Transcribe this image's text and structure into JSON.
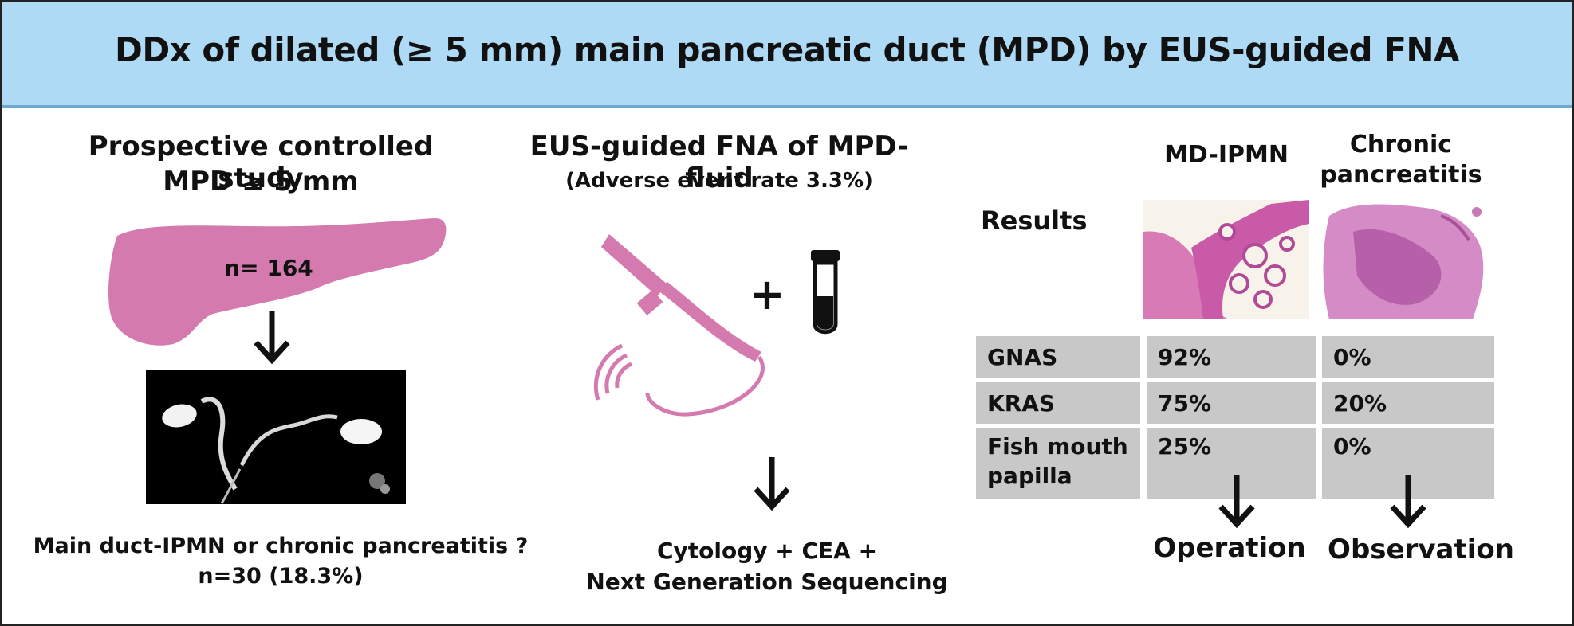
{
  "title": "DDx of dilated (≥ 5 mm) main pancreatic duct (MPD) by EUS-guided FNA",
  "left": {
    "heading_line1": "Prospective controlled study",
    "heading_line2": "MPD ≥ 5 mm",
    "pancreas_label": "n= 164",
    "conclusion_line1": "Main duct-IPMN or chronic pancreatitis ?",
    "conclusion_line2": "n=30 (18.3%)"
  },
  "middle": {
    "heading_line1": "EUS-guided FNA of MPD-fluid",
    "heading_line2": "(Adverse event rate 3.3%)",
    "plus": "+",
    "result_line1": "Cytology + CEA +",
    "result_line2": "Next Generation Sequencing"
  },
  "right": {
    "results_label": "Results",
    "col1_header": "MD-IPMN",
    "col2_header_line1": "Chronic",
    "col2_header_line2": "pancreatitis",
    "rows": [
      {
        "label": "GNAS",
        "ipmn": "92%",
        "cp": "0%"
      },
      {
        "label": "KRAS",
        "ipmn": "75%",
        "cp": "20%"
      },
      {
        "label_line1": "Fish mouth",
        "label_line2": "papilla",
        "ipmn": "25%",
        "cp": "0%"
      }
    ],
    "outcome1": "Operation",
    "outcome2": "Observation"
  },
  "colors": {
    "banner": "#aedaf5",
    "pink": "#d47aae",
    "table_cell": "#c8c8c8"
  }
}
